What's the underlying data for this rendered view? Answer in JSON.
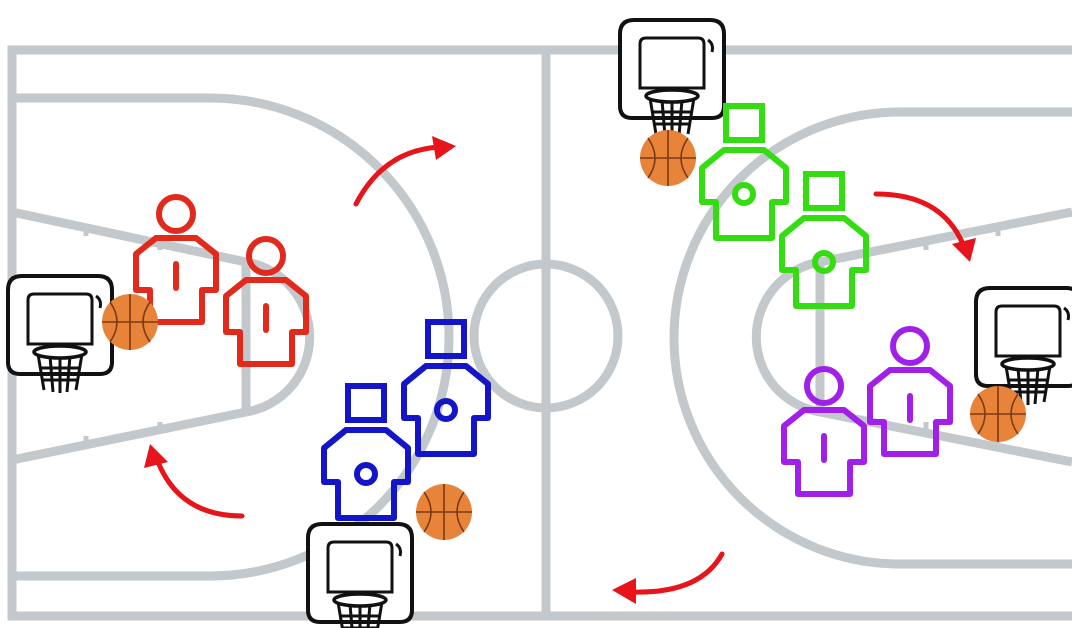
{
  "colors": {
    "court_lines": "#c3c8cc",
    "background": "#ffffff",
    "arrow": "#e8141b",
    "hoop": "#111111",
    "ball": "#e8843a",
    "ball_seams": "#7a3a12",
    "team_red": "#e12a1c",
    "team_blue": "#1414c8",
    "team_green": "#33dd11",
    "team_purple": "#a020e8"
  },
  "teams": [
    {
      "name": "red",
      "player_icon": "person-icon",
      "players": 2,
      "balls": 1,
      "hoops": 1,
      "rotation_arrow": "curved-arrow-icon"
    },
    {
      "name": "blue",
      "player_icon": "square-head-player-icon",
      "players": 2,
      "balls": 1,
      "hoops": 1,
      "rotation_arrow": "curved-arrow-icon"
    },
    {
      "name": "green",
      "player_icon": "square-head-player-icon",
      "players": 2,
      "balls": 1,
      "hoops": 1,
      "rotation_arrow": "curved-arrow-icon"
    },
    {
      "name": "purple",
      "player_icon": "person-icon",
      "players": 2,
      "balls": 1,
      "hoops": 1,
      "rotation_arrow": "curved-arrow-icon"
    }
  ],
  "icons": {
    "hoop": "basketball-hoop-icon",
    "ball": "basketball-icon",
    "court": "basketball-court"
  }
}
